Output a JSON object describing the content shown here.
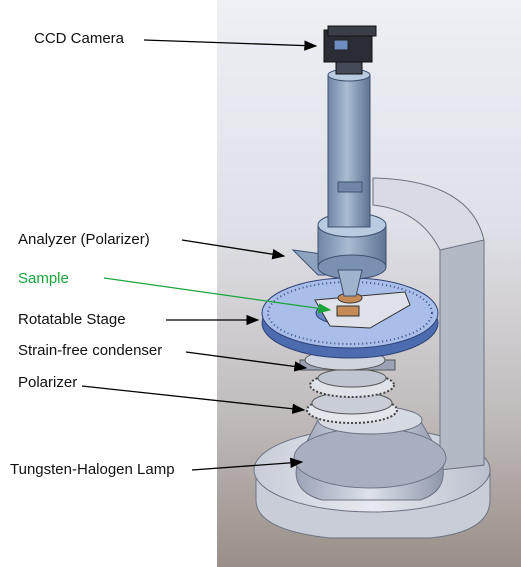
{
  "diagram": {
    "labels": {
      "ccd_camera": "CCD Camera",
      "analyzer": "Analyzer (Polarizer)",
      "sample": "Sample",
      "rotatable_stage": "Rotatable Stage",
      "condenser": "Strain-free condenser",
      "polarizer": "Polarizer",
      "lamp": "Tungsten-Halogen  Lamp"
    },
    "colors": {
      "label_text": "#111111",
      "sample_label": "#1aa53a",
      "arrow": "#000000",
      "sample_arrow": "#1aa53a",
      "stage_blue": "#6a88c8",
      "column_blue": "#8ea4c0"
    }
  }
}
